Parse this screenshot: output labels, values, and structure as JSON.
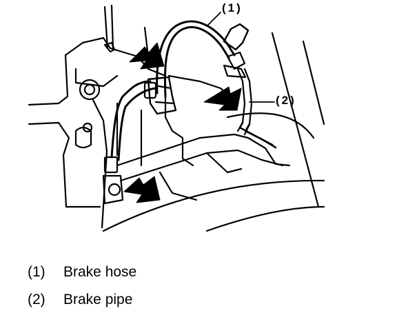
{
  "callouts": {
    "hose": "(1)",
    "pipe": "(2)"
  },
  "legend": [
    {
      "number": "(1)",
      "label": "Brake hose"
    },
    {
      "number": "(2)",
      "label": "Brake pipe"
    }
  ],
  "colors": {
    "ink": "#000000",
    "paper": "#ffffff"
  }
}
